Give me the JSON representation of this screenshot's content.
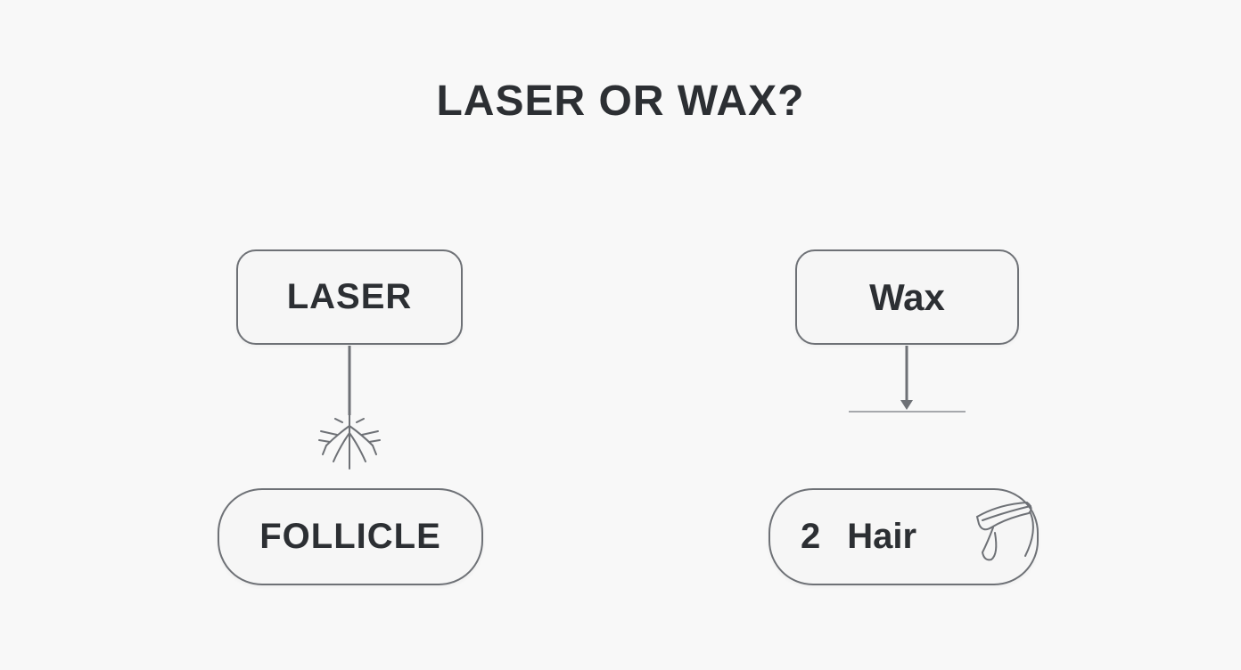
{
  "title": "LASER OR WAX?",
  "left": {
    "top_node": "LASER",
    "bottom_node": "FOLLICLE"
  },
  "right": {
    "top_node": "Wax",
    "bottom_node_number": "2",
    "bottom_node_label": "Hair"
  },
  "icons": {
    "root": "hair-root-icon",
    "wax_strip": "wax-strip-icon"
  },
  "colors": {
    "background": "#f8f8f8",
    "text": "#2c2f33",
    "stroke": "#6e7176"
  }
}
